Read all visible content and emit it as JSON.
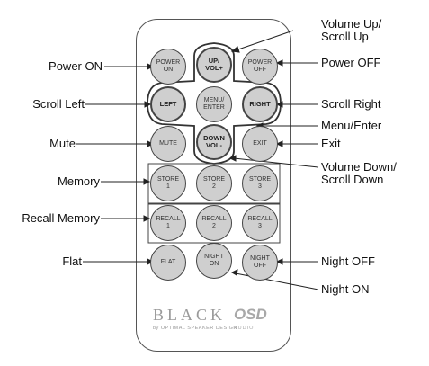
{
  "buttons": {
    "power_on": "POWER\nON",
    "up_vol": "UP/\nVOL+",
    "power_off": "POWER\nOFF",
    "left": "LEFT",
    "menu_enter": "MENU/\nENTER",
    "right": "RIGHT",
    "mute": "MUTE",
    "down_vol": "DOWN\nVOL-",
    "exit": "EXIT",
    "store_1": "STORE\n1",
    "store_2": "STORE\n2",
    "store_3": "STORE\n3",
    "recall_1": "RECALL\n1",
    "recall_2": "RECALL\n2",
    "recall_3": "RECALL\n3",
    "flat": "FLAT",
    "night_on": "NIGHT\nON",
    "night_off": "NIGHT\nOFF"
  },
  "callouts": {
    "volume_up": "Volume Up/\nScroll Up",
    "power_on": "Power ON",
    "power_off": "Power OFF",
    "scroll_left": "Scroll Left",
    "scroll_right": "Scroll Right",
    "menu_enter": "Menu/Enter",
    "mute": "Mute",
    "exit": "Exit",
    "memory": "Memory",
    "volume_down": "Volume Down/\nScroll Down",
    "recall_memory": "Recall Memory",
    "flat": "Flat",
    "night_off": "Night OFF",
    "night_on": "Night ON"
  },
  "brand": {
    "name": "BLACK",
    "mark": "OSD",
    "subline": "by OPTIMAL SPEAKER DESIGN",
    "tagline": "AUDIO"
  }
}
